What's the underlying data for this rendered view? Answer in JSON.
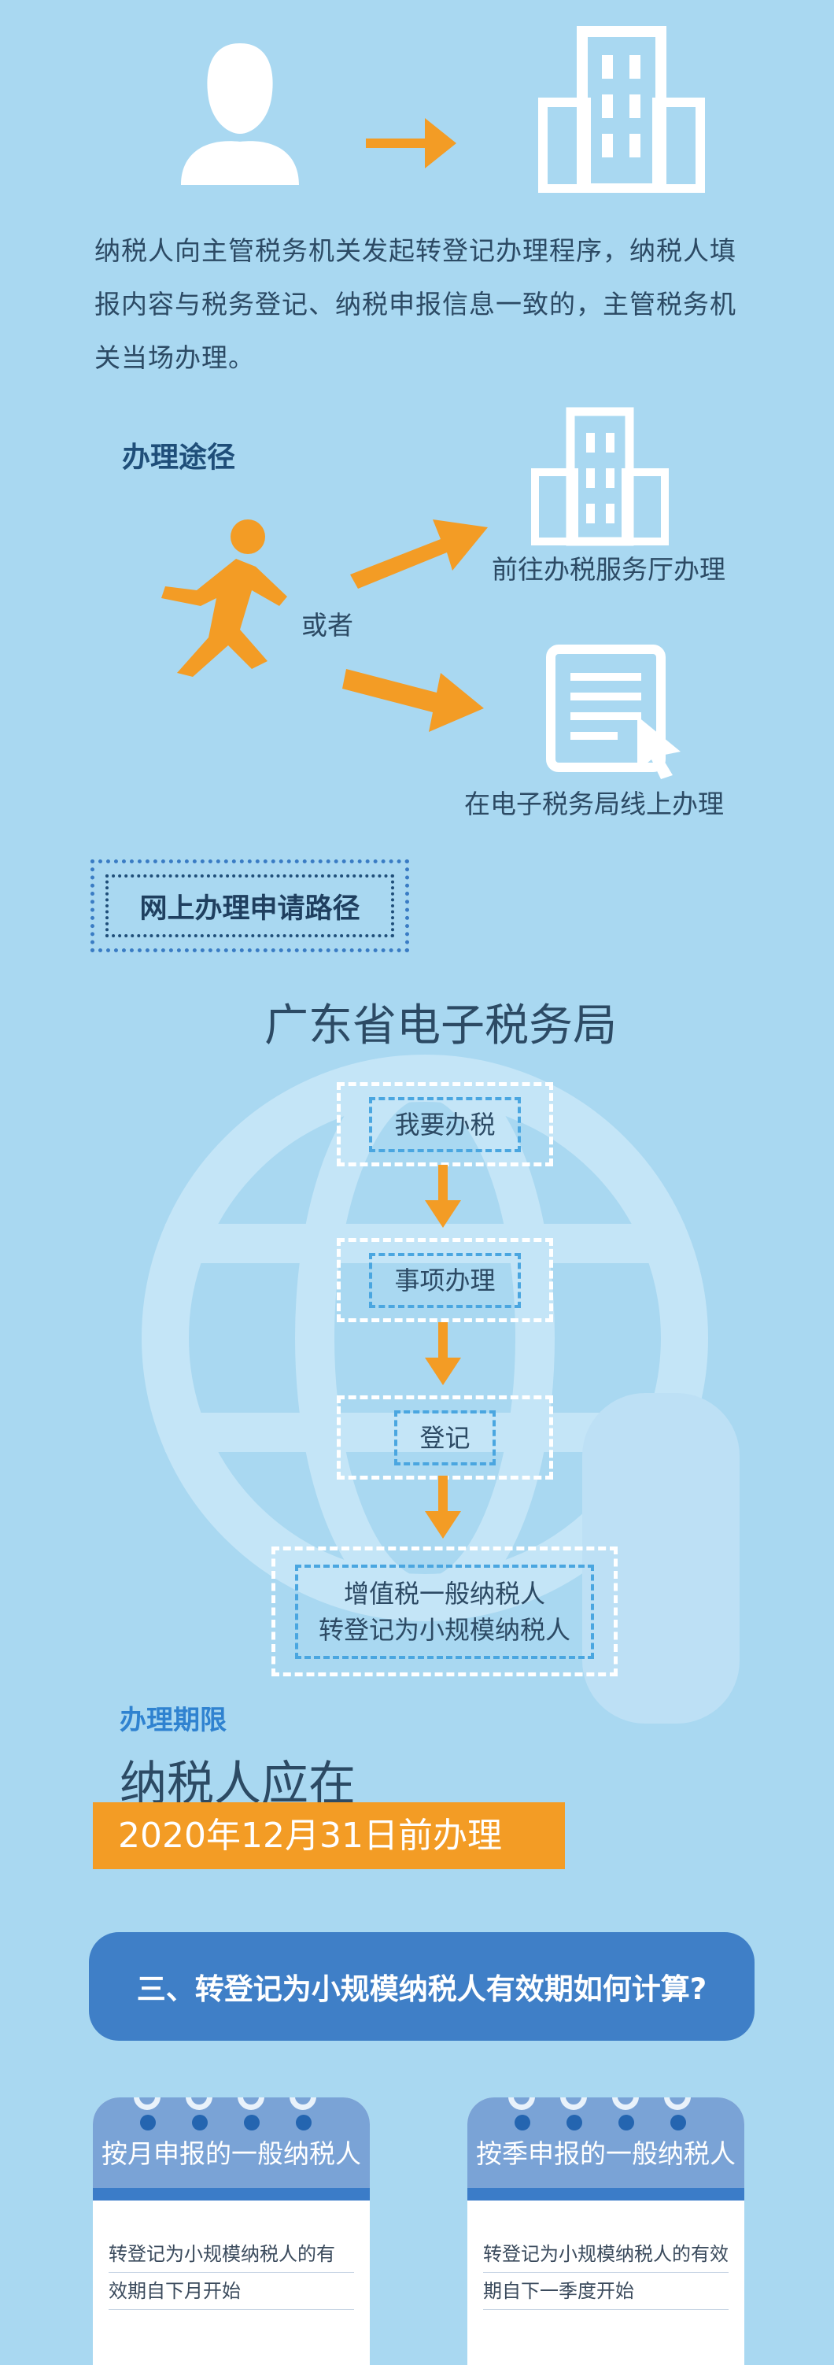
{
  "intro": {
    "paragraph": "纳税人向主管税务机关发起转登记办理程序，纳税人填报内容与税务登记、纳税申报信息一致的，主管税务机关当场办理。"
  },
  "routes": {
    "title": "办理途径",
    "or_text": "或者",
    "option_hall": "前往办税服务厅办理",
    "option_online": "在电子税务局线上办理"
  },
  "online": {
    "title": "网上办理申请路径",
    "portal_title": "广东省电子税务局",
    "steps": [
      "我要办税",
      "事项办理",
      "登记"
    ],
    "final_line1": "增值税一般纳税人",
    "final_line2": "转登记为小规模纳税人"
  },
  "deadline": {
    "title": "办理期限",
    "line1": "纳税人应在",
    "line2": "2020年12月31日前办理"
  },
  "section3": {
    "banner": "三、转登记为小规模纳税人有效期如何计算?"
  },
  "cards": [
    {
      "title": "按月申报的一般纳税人",
      "body1": "转登记为小规模纳税人的有",
      "body2": "效期自下月开始"
    },
    {
      "title": "按季申报的一般纳税人",
      "body1": "转登记为小规模纳税人的有效",
      "body2": "期自下一季度开始"
    }
  ],
  "colors": {
    "background": "#a9d8f1",
    "accent": "#f39c25",
    "navy": "#1f4e79",
    "banner": "#3f7fc7"
  }
}
